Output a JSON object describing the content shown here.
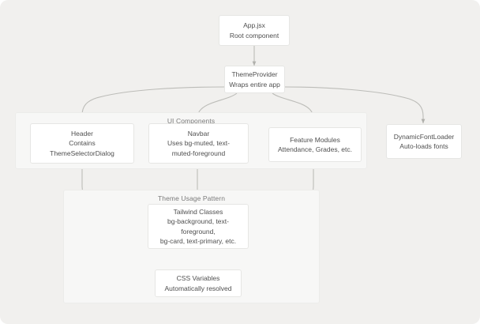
{
  "diagram": {
    "background_color": "#f1f0ee",
    "node_fill": "#ffffff",
    "node_border": "#e6e6e4",
    "group_fill": "#f7f7f6",
    "group_border": "#ececea",
    "edge_color": "#b9b9b5",
    "text_color": "#4f4f4f",
    "group_label_color": "#7b7b7b",
    "type": "flowchart",
    "direction": "top-down"
  },
  "groups": [
    {
      "id": "ui-components",
      "label": "UI Components"
    },
    {
      "id": "theme-usage-pattern",
      "label": "Theme Usage Pattern"
    }
  ],
  "nodes": [
    {
      "id": "app",
      "lines": [
        "App.jsx",
        "Root component"
      ]
    },
    {
      "id": "theme-provider",
      "lines": [
        "ThemeProvider",
        "Wraps entire app"
      ]
    },
    {
      "id": "header",
      "lines": [
        "Header",
        "Contains",
        "ThemeSelectorDialog"
      ]
    },
    {
      "id": "navbar",
      "lines": [
        "Navbar",
        "Uses bg-muted, text-",
        "muted-foreground"
      ]
    },
    {
      "id": "feature-modules",
      "lines": [
        "Feature Modules",
        "Attendance, Grades, etc."
      ]
    },
    {
      "id": "dynamic-font-loader",
      "lines": [
        "DynamicFontLoader",
        "Auto-loads fonts"
      ]
    },
    {
      "id": "tailwind-classes",
      "lines": [
        "Tailwind Classes",
        "bg-background, text-",
        "foreground,",
        "bg-card, text-primary, etc."
      ]
    },
    {
      "id": "css-variables",
      "lines": [
        "CSS Variables",
        "Automatically resolved"
      ]
    }
  ],
  "edges": [
    {
      "from": "app",
      "to": "theme-provider"
    },
    {
      "from": "theme-provider",
      "to": "header"
    },
    {
      "from": "theme-provider",
      "to": "navbar"
    },
    {
      "from": "theme-provider",
      "to": "feature-modules"
    },
    {
      "from": "theme-provider",
      "to": "dynamic-font-loader"
    },
    {
      "from": "header",
      "to": "tailwind-classes"
    },
    {
      "from": "navbar",
      "to": "tailwind-classes"
    },
    {
      "from": "feature-modules",
      "to": "tailwind-classes"
    },
    {
      "from": "tailwind-classes",
      "to": "css-variables"
    }
  ]
}
